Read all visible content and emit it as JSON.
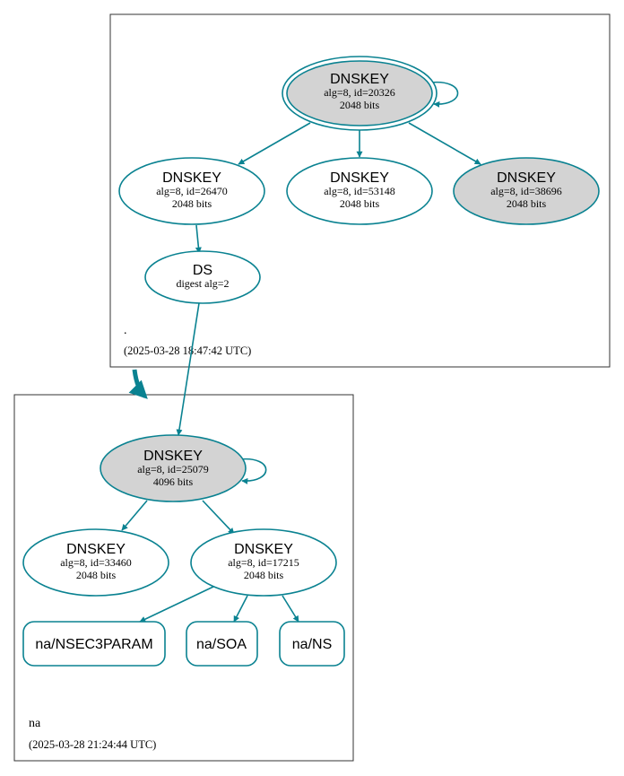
{
  "colors": {
    "edge": "#0a8291",
    "node_stroke": "#0a8291",
    "secure_fill": "#d3d3d3",
    "plain_fill": "#ffffff",
    "cluster_border": "#333333"
  },
  "zones": {
    "root": {
      "name": ".",
      "timestamp": "(2025-03-28 18:47:42 UTC)",
      "dnskey_ksk": {
        "title": "DNSKEY",
        "alg_id": "alg=8, id=20326",
        "bits": "2048 bits"
      },
      "dnskey_a": {
        "title": "DNSKEY",
        "alg_id": "alg=8, id=26470",
        "bits": "2048 bits"
      },
      "dnskey_b": {
        "title": "DNSKEY",
        "alg_id": "alg=8, id=53148",
        "bits": "2048 bits"
      },
      "dnskey_c": {
        "title": "DNSKEY",
        "alg_id": "alg=8, id=38696",
        "bits": "2048 bits"
      },
      "ds": {
        "title": "DS",
        "sub": "digest alg=2"
      }
    },
    "na": {
      "name": "na",
      "timestamp": "(2025-03-28 21:24:44 UTC)",
      "dnskey_ksk": {
        "title": "DNSKEY",
        "alg_id": "alg=8, id=25079",
        "bits": "4096 bits"
      },
      "dnskey_a": {
        "title": "DNSKEY",
        "alg_id": "alg=8, id=33460",
        "bits": "2048 bits"
      },
      "dnskey_zsk": {
        "title": "DNSKEY",
        "alg_id": "alg=8, id=17215",
        "bits": "2048 bits"
      },
      "rrsets": {
        "nsec3param": "na/NSEC3PARAM",
        "soa": "na/SOA",
        "ns": "na/NS"
      }
    }
  }
}
